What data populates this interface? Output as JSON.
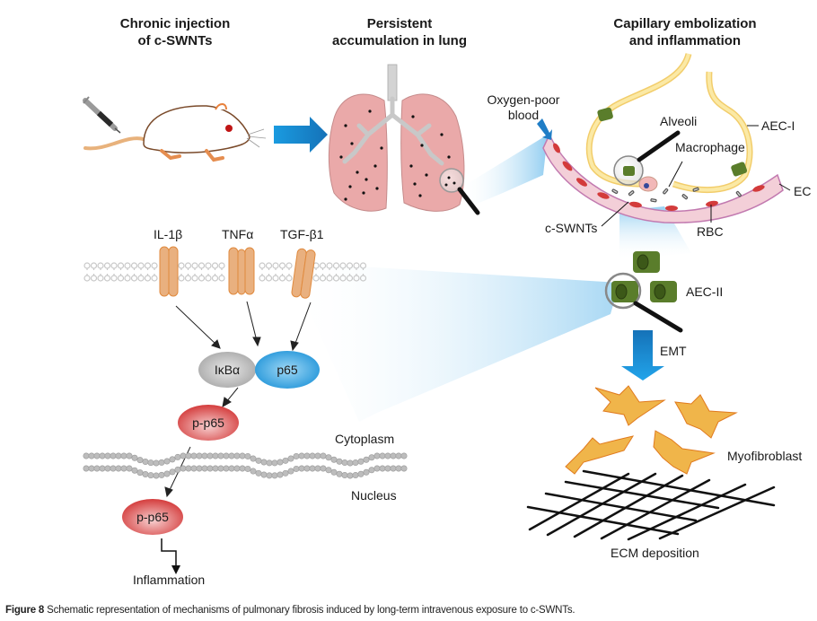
{
  "panel_titles": {
    "injection": "Chronic injection\nof c-SWNTs",
    "injection_line1": "Chronic injection",
    "injection_line2": "of c-SWNTs",
    "accumulation_line1": "Persistent",
    "accumulation_line2": "accumulation in lung",
    "embolization_line1": "Capillary embolization",
    "embolization_line2": "and inflammation"
  },
  "capillary_labels": {
    "oxygen_poor_line1": "Oxygen-poor",
    "oxygen_poor_line2": "blood",
    "alveoli": "Alveoli",
    "macrophage": "Macrophage",
    "aec1": "AEC-I",
    "ec": "EC",
    "rbc": "RBC",
    "cswnts": "c-SWNTs"
  },
  "receptors": [
    {
      "label": "IL-1β"
    },
    {
      "label": "TNFα"
    },
    {
      "label": "TGF-β1"
    }
  ],
  "signaling": {
    "ikba": "IκBα",
    "p65": "p65",
    "pp65_cyto": "p-p65",
    "pp65_nuc": "p-p65",
    "cytoplasm": "Cytoplasm",
    "nucleus": "Nucleus",
    "inflammation": "Inflammation"
  },
  "fibrosis": {
    "aec2": "AEC-II",
    "emt": "EMT",
    "myofibroblast": "Myofibroblast",
    "ecm": "ECM deposition"
  },
  "caption": {
    "label": "Figure 8",
    "text": " Schematic representation of mechanisms of pulmonary fibrosis induced by long-term intravenous exposure to c-SWNTs."
  },
  "colors": {
    "arrow_blue": "#1f8ed6",
    "lung_pink": "#eaa9a9",
    "receptor_orange": "#e9b07f",
    "p65_blue": "#3aa7e0",
    "pp65_red": "#d94848",
    "ikba_gray": "#b8b8b8",
    "aec2_green": "#5a7d2b",
    "myofibroblast_orange": "#f0b54a"
  }
}
